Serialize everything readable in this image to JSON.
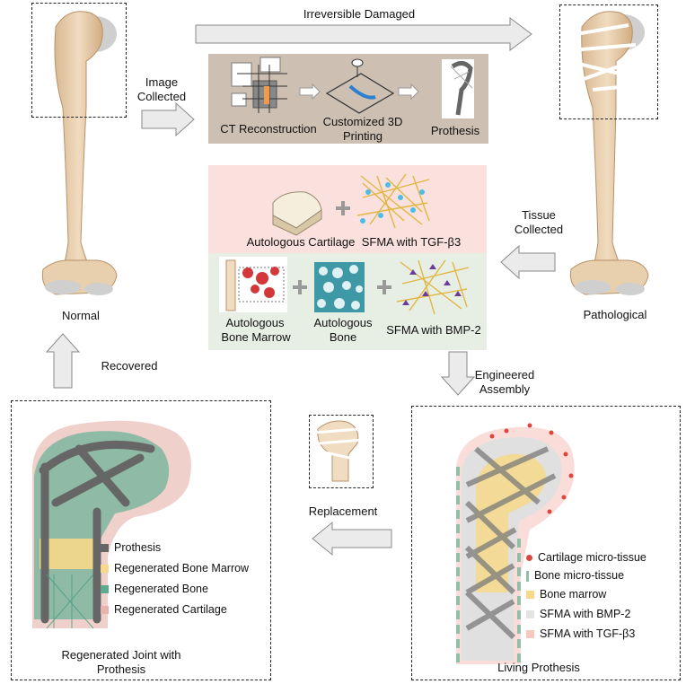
{
  "arrows": {
    "irreversible": "Irreversible Damaged",
    "image_collected_1": "Image",
    "image_collected_2": "Collected",
    "tissue_collected_1": "Tissue",
    "tissue_collected_2": "Collected",
    "engineered_1": "Engineered",
    "engineered_2": "Assembly",
    "replacement": "Replacement",
    "recovered": "Recovered"
  },
  "bones": {
    "normal": "Normal",
    "pathological": "Pathological"
  },
  "workflow": {
    "ct": "CT Reconstruction",
    "printing_1": "Customized 3D",
    "printing_2": "Printing",
    "prothesis": "Prothesis"
  },
  "materials": {
    "cartilage": "Autologous Cartilage",
    "sfma_tgf": "SFMA with TGF-β3",
    "marrow_1": "Autologous",
    "marrow_2": "Bone Marrow",
    "bone_1": "Autologous",
    "bone_2": "Bone",
    "sfma_bmp": "SFMA with BMP-2"
  },
  "living": {
    "title": "Living Prothesis",
    "legend": [
      {
        "label": "Cartilage micro-tissue",
        "color": "#d9473f"
      },
      {
        "label": "Bone micro-tissue",
        "color": "#8fbfa6"
      },
      {
        "label": "Bone marrow",
        "color": "#f6d98a"
      },
      {
        "label": "SFMA with BMP-2",
        "color": "#e4e4e4"
      },
      {
        "label": "SFMA with TGF-β3",
        "color": "#f7c7c0"
      }
    ]
  },
  "regenerated": {
    "title_1": "Regenerated Joint with",
    "title_2": "Prothesis",
    "legend": [
      {
        "label": "Prothesis",
        "color": "#666666"
      },
      {
        "label": "Regenerated Bone Marrow",
        "color": "#f6d98a"
      },
      {
        "label": "Regenerated Bone",
        "color": "#5fa98f"
      },
      {
        "label": "Regenerated Cartilage",
        "color": "#e7b3ad"
      }
    ]
  }
}
